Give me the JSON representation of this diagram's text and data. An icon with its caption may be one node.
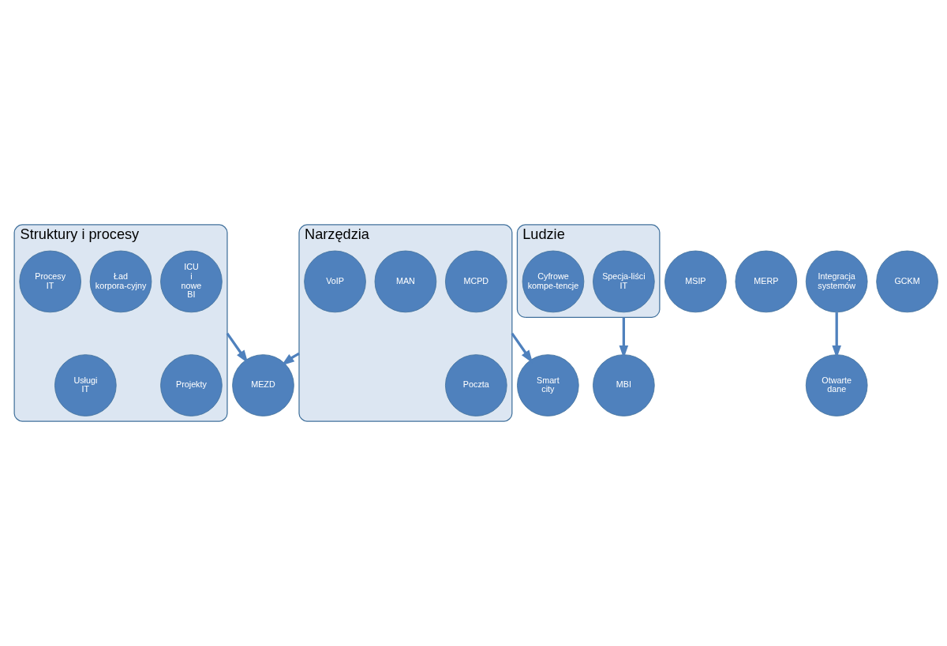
{
  "diagram": {
    "nodes": [
      {
        "text": [
          "Struktury i procesy"
        ]
      },
      {
        "text": [
          "ICU i nowe BI"
        ],
        "in": 0
      },
      {
        "text": [
          "Ład korpora-cyjny"
        ],
        "in": 0
      },
      {
        "text": [
          "Procesy IT"
        ],
        "in": 0
      },
      {
        "text": [
          "Projekty"
        ],
        "in": 0
      },
      {
        "text": [
          "Usługi IT"
        ],
        "in": 0
      },
      {
        "text": [
          "Narzędzia"
        ]
      },
      {
        "text": [
          "MCPD"
        ],
        "in": 6
      },
      {
        "text": [
          "MAN"
        ],
        "in": 6
      },
      {
        "text": [
          "VoIP"
        ],
        "in": 6
      },
      {
        "text": [
          "Poczta"
        ],
        "in": 6
      },
      {
        "text": [
          "Ludzie"
        ]
      },
      {
        "text": [
          "Specja-liści IT"
        ],
        "in": 11
      },
      {
        "text": [
          "Cyfrowe kompe-tencje"
        ],
        "in": 11
      },
      {
        "text": [
          "MEZD"
        ]
      },
      {
        "text": [
          "MBI"
        ]
      },
      {
        "text": [
          "MSIP"
        ]
      },
      {
        "text": [
          "MERP"
        ]
      },
      {
        "text": [
          "Integracja systemów"
        ]
      },
      {
        "text": [
          "Smart city"
        ]
      },
      {
        "text": [
          "Otwarte dane"
        ]
      },
      {
        "text": [
          "GCKM"
        ]
      }
    ],
    "edges": [
      {
        "from": 0,
        "to": 14,
        "arrow": "to"
      },
      {
        "from": 6,
        "to": 14,
        "arrow": "to"
      },
      {
        "from": 6,
        "to": 19,
        "arrow": "to"
      },
      {
        "from": 11,
        "to": 15,
        "arrow": "to"
      },
      {
        "from": 18,
        "to": 20,
        "arrow": "to"
      }
    ]
  }
}
